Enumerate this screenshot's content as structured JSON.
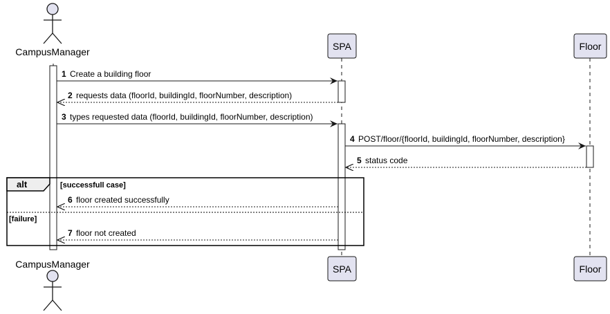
{
  "participants": {
    "actor": "CampusManager",
    "spa": "SPA",
    "floor": "Floor"
  },
  "messages": [
    {
      "num": "1",
      "text": "Create a building floor"
    },
    {
      "num": "2",
      "text": "requests data (floorId, buildingId, floorNumber, description)"
    },
    {
      "num": "3",
      "text": "types requested data (floorId, buildingId, floorNumber, description)"
    },
    {
      "num": "4",
      "text": "POST/floor/{floorId, buildingId, floorNumber, description}"
    },
    {
      "num": "5",
      "text": "status code"
    },
    {
      "num": "6",
      "text": "floor created successfully"
    },
    {
      "num": "7",
      "text": "floor not created"
    }
  ],
  "fragment": {
    "operator": "alt",
    "guard1": "[successfull case]",
    "guard2": "[failure]"
  },
  "colors": {
    "participant_fill": "#e2e2f0",
    "participant_stroke": "#181818",
    "lifeline": "#181818",
    "activation_fill": "#ffffff",
    "fragment_header_fill": "#eeeeee"
  }
}
